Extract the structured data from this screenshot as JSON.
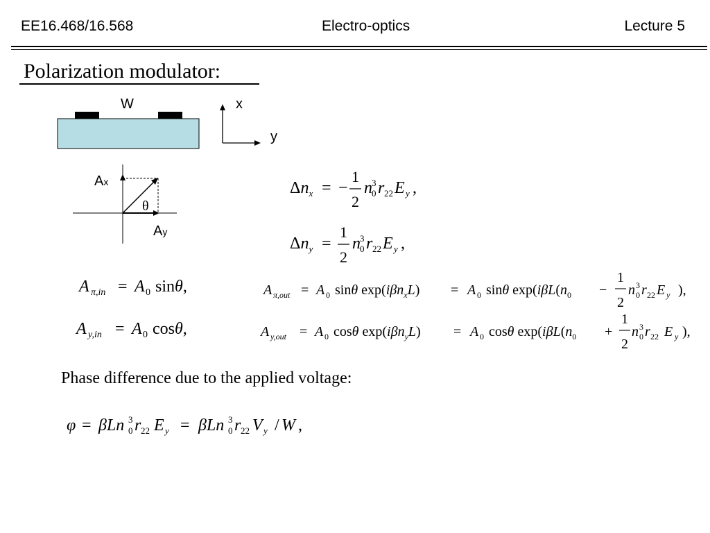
{
  "header": {
    "course": "EE16.468/16.568",
    "topic": "Electro-optics",
    "lecture": "Lecture 5"
  },
  "slide": {
    "title": "Polarization modulator:",
    "phase_text": "Phase difference due to the applied voltage:"
  },
  "device_diagram": {
    "electrode_gap_label": "W",
    "axis_x_label": "x",
    "axis_y_label": "y",
    "substrate_color": "#b7dde4"
  },
  "vector_diagram": {
    "ax_label": "A",
    "ax_sub": "x",
    "ay_label": "A",
    "ay_sub": "y",
    "angle_label": "θ"
  },
  "equations": {
    "delta_nx": "Δn_x = −(1/2) n_0^3 r_22 E_y ,",
    "delta_ny": "Δn_y = (1/2) n_0^3 r_22 E_y ,",
    "a_x_in": "A_π,in = A_0 sinθ,",
    "a_y_in": "A_y,in = A_0 cosθ,",
    "a_x_out": "A_π,out = A_0 sinθ exp(iβn_x L) = A_0 sinθ exp(iβL(n_0 − (1/2) n_0^3 r_22 E_y )),",
    "a_y_out": "A_y,out = A_0 cosθ exp(iβn_y L) = A_0 cosθ exp(iβL(n_0 + (1/2) n_0^3 r_22 E_y )),",
    "phase": "φ = βLn_0^3 r_22 E_y = βLn_0^3 r_22 V_y / W ,"
  }
}
